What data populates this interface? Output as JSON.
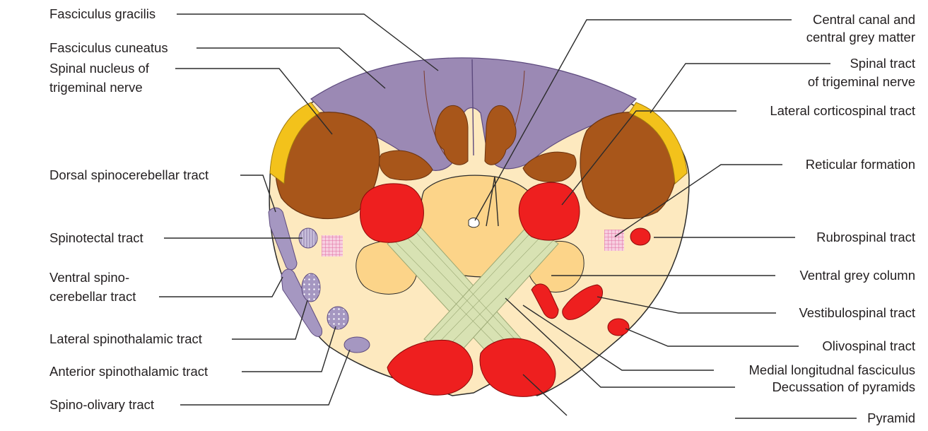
{
  "colors": {
    "background": "#ffffff",
    "dorsal_columns": "#9b89b4",
    "brown_nuclei": "#a8561a",
    "tan_area": "#fde9bf",
    "central_grey": "#fcd489",
    "red_tracts": "#ee1f1f",
    "yellow_tract": "#f3c21b",
    "decussation_fibres": "#d8e2b3",
    "lavender_tracts": "#a597c1",
    "reticular_pink": "#e58fb5"
  },
  "labels": {
    "fasciculus_gracilis": "Fasciculus gracilis",
    "fasciculus_cuneatus": "Fasciculus cuneatus",
    "spinal_nucleus_1": "Spinal nucleus of",
    "spinal_nucleus_2": "trigeminal nerve",
    "dorsal_spinocerebellar": "Dorsal spinocerebellar tract",
    "spinotectal": "Spinotectal tract",
    "ventral_spino_1": "Ventral spino-",
    "ventral_spino_2": "cerebellar tract",
    "lateral_spinothalamic": "Lateral spinothalamic tract",
    "anterior_spinothalamic": "Anterior spinothalamic tract",
    "spino_olivary": "Spino-olivary tract",
    "central_canal_1": "Central canal and",
    "central_canal_2": "central grey matter",
    "spinal_tract_1": "Spinal tract",
    "spinal_tract_2": "of trigeminal nerve",
    "lateral_corticospinal": "Lateral corticospinal tract",
    "reticular_formation": "Reticular formation",
    "rubrospinal": "Rubrospinal tract",
    "ventral_grey_column": "Ventral grey column",
    "vestibulospinal": "Vestibulospinal tract",
    "olivospinal": "Olivospinal tract",
    "medial_longitudinal": "Medial longitudnal fasciculus",
    "decussation_pyramids": "Decussation of pyramids",
    "pyramid": "Pyramid"
  }
}
